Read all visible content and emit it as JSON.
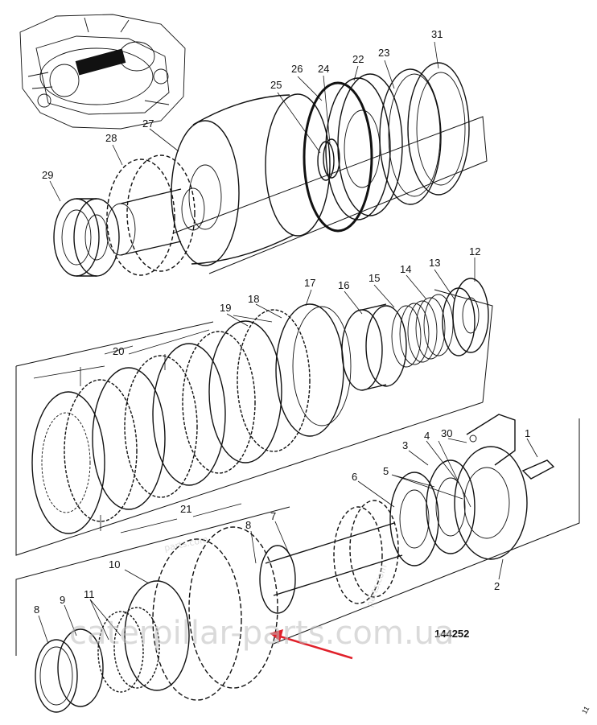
{
  "diagram": {
    "drawing_number": "144252",
    "corner_mark": "11",
    "watermark_main": "caterpillar-parts.com.ua",
    "watermark_small": "parts.com",
    "colors": {
      "ink": "#111111",
      "arrow": "#e0202a",
      "watermark": "#bdbdbd"
    },
    "callouts": [
      "31",
      "26",
      "24",
      "22",
      "23",
      "25",
      "27",
      "28",
      "29",
      "12",
      "13",
      "14",
      "15",
      "16",
      "17",
      "18",
      "19",
      "20",
      "21",
      "30",
      "1",
      "3",
      "4",
      "5",
      "6",
      "2",
      "7",
      "8",
      "9",
      "10",
      "11"
    ],
    "icons": [
      "machine-inset-icon",
      "arrow-pointer-icon"
    ]
  }
}
